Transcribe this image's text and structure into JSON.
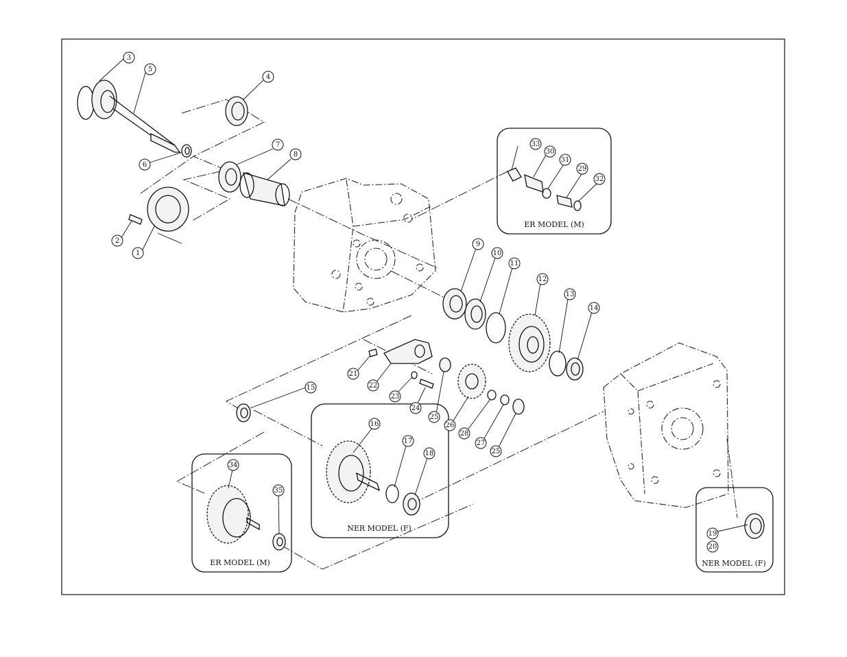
{
  "callouts": [
    {
      "id": "c1",
      "label": "1"
    },
    {
      "id": "c2",
      "label": "2"
    },
    {
      "id": "c3",
      "label": "3"
    },
    {
      "id": "c4",
      "label": "4"
    },
    {
      "id": "c5",
      "label": "5"
    },
    {
      "id": "c6",
      "label": "6"
    },
    {
      "id": "c7",
      "label": "7"
    },
    {
      "id": "c8",
      "label": "8"
    },
    {
      "id": "c9",
      "label": "9"
    },
    {
      "id": "c10",
      "label": "10"
    },
    {
      "id": "c11",
      "label": "11"
    },
    {
      "id": "c12",
      "label": "12"
    },
    {
      "id": "c13",
      "label": "13"
    },
    {
      "id": "c14",
      "label": "14"
    },
    {
      "id": "c15",
      "label": "15"
    },
    {
      "id": "c16",
      "label": "16"
    },
    {
      "id": "c17",
      "label": "17"
    },
    {
      "id": "c18",
      "label": "18"
    },
    {
      "id": "c19",
      "label": "19"
    },
    {
      "id": "c20",
      "label": "20"
    },
    {
      "id": "c21",
      "label": "21"
    },
    {
      "id": "c22",
      "label": "22"
    },
    {
      "id": "c23",
      "label": "23"
    },
    {
      "id": "c24",
      "label": "24"
    },
    {
      "id": "c25a",
      "label": "25"
    },
    {
      "id": "c25b",
      "label": "25"
    },
    {
      "id": "c26",
      "label": "26"
    },
    {
      "id": "c27",
      "label": "27"
    },
    {
      "id": "c28",
      "label": "28"
    },
    {
      "id": "c29",
      "label": "29"
    },
    {
      "id": "c30",
      "label": "30"
    },
    {
      "id": "c31",
      "label": "31"
    },
    {
      "id": "c32",
      "label": "32"
    },
    {
      "id": "c33",
      "label": "33"
    },
    {
      "id": "c34",
      "label": "34"
    },
    {
      "id": "c35",
      "label": "35"
    }
  ],
  "insets": {
    "er_top": "ER MODEL (M)",
    "ner_center": "NER MODEL (F)",
    "er_bottom": "ER MODEL (M)",
    "ner_right": "NER MODEL (F)"
  }
}
